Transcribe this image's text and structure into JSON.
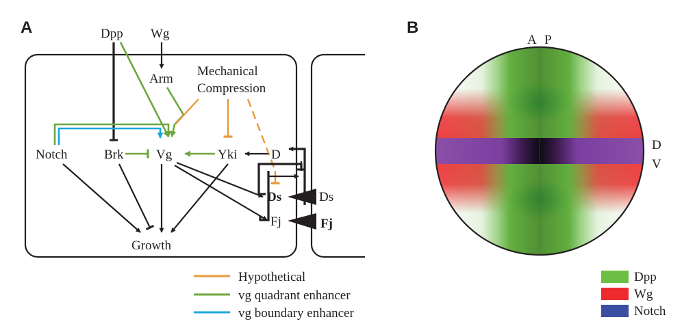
{
  "colors": {
    "black": "#231f20",
    "hypothetical": "#e89a3c",
    "quadrant": "#6da73e",
    "boundary": "#1aa7de",
    "dpp": "#6cbf45",
    "wg": "#ed2a2e",
    "notch": "#3a4fa2"
  },
  "panel_a": {
    "label": "A",
    "nodes": {
      "dpp": "Dpp",
      "wg": "Wg",
      "arm": "Arm",
      "mech_line1": "Mechanical",
      "mech_line2": "Compression",
      "notch": "Notch",
      "brk": "Brk",
      "vg": "Vg",
      "yki": "Yki",
      "d": "D",
      "ds_left": "Ds",
      "ds_right": "Ds",
      "fj_left": "Fj",
      "fj_right": "Fj",
      "growth": "Growth"
    },
    "legend": [
      {
        "label": "Hypothetical",
        "color": "#e89a3c"
      },
      {
        "label": "vg quadrant enhancer",
        "color": "#6da73e"
      },
      {
        "label": "vg boundary enhancer",
        "color": "#1aa7de"
      }
    ]
  },
  "panel_b": {
    "label": "B",
    "axis": {
      "a": "A",
      "p": "P",
      "d": "D",
      "v": "V"
    },
    "legend": [
      {
        "label": "Dpp",
        "color": "#6cbf45"
      },
      {
        "label": "Wg",
        "color": "#ed2a2e"
      },
      {
        "label": "Notch",
        "color": "#3a4fa2"
      }
    ]
  }
}
